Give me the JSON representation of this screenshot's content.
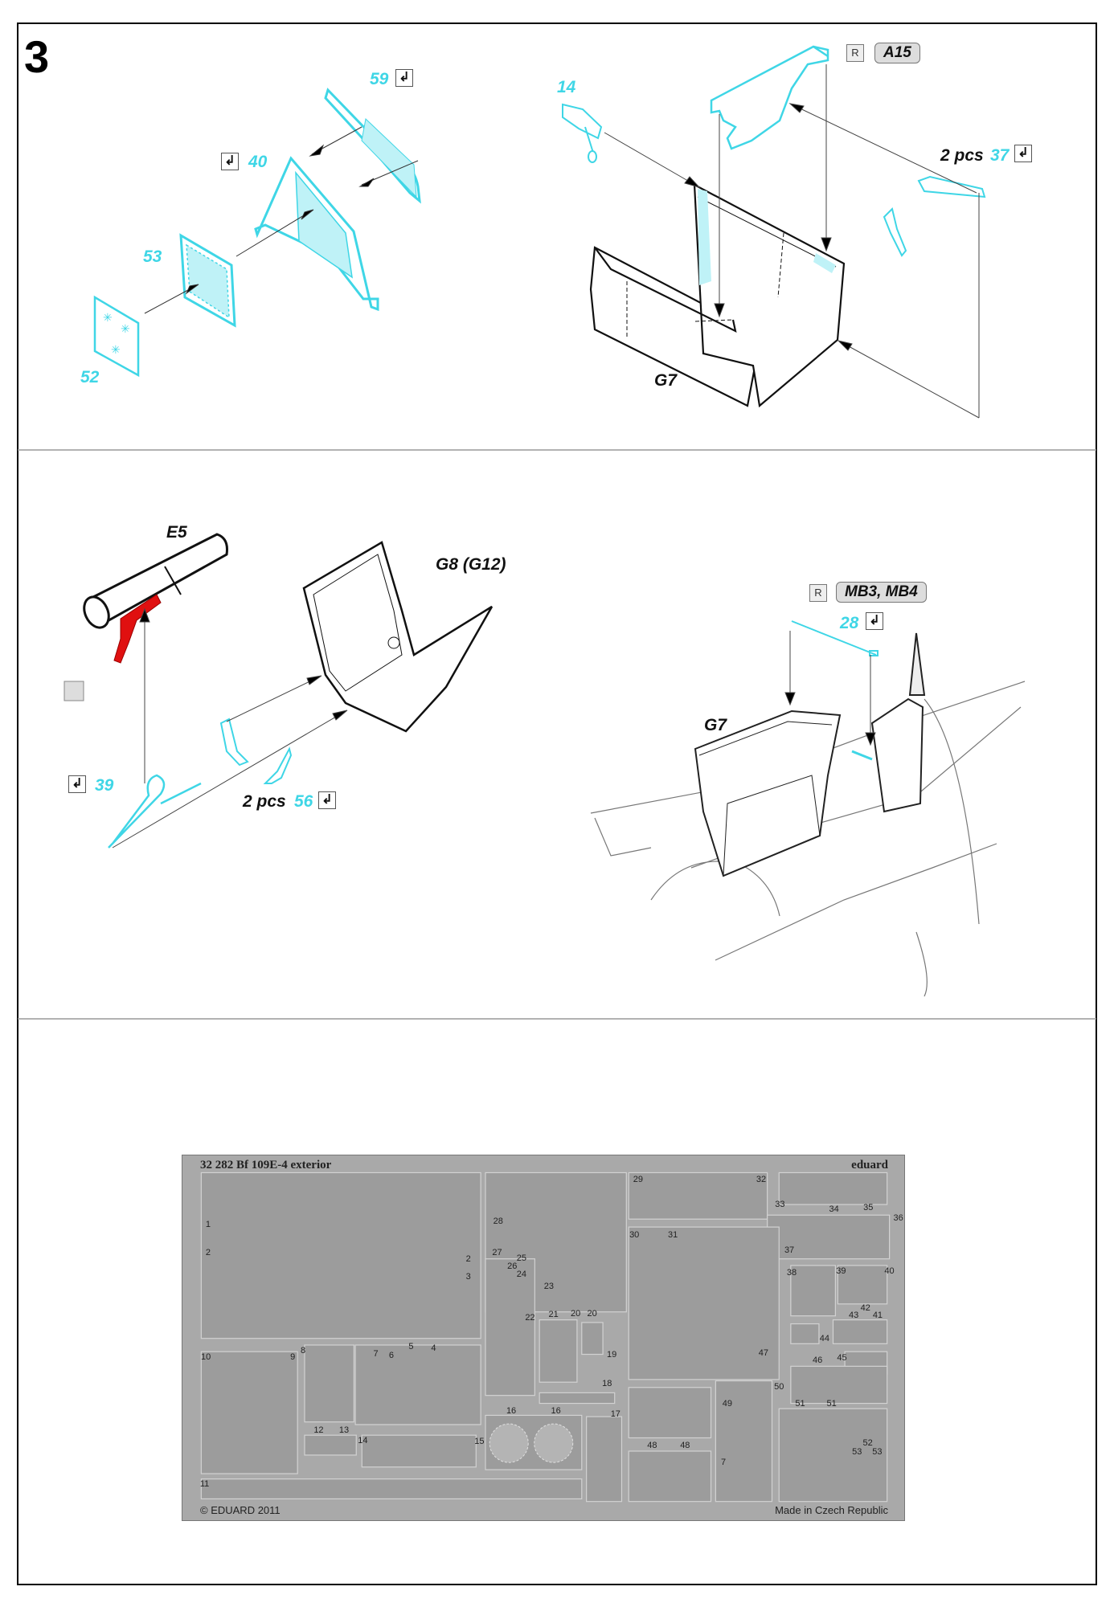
{
  "step_number": "3",
  "colors": {
    "photo_etch_part": "#3fd6e6",
    "plastic_part": "#111111",
    "highlight_part": "#e01010",
    "fret": "#a9a9a9",
    "badge_bg": "#dddddd"
  },
  "icons": {
    "bend_mark": "check-bend-icon",
    "removed_plastic": "registered-circle-icon"
  },
  "section1": {
    "part_59": "59",
    "part_40": "40",
    "part_53": "53",
    "part_52": "52",
    "part_14": "14",
    "badge_remove": "A15",
    "qty_37": "2 pcs",
    "part_37": "37",
    "plastic_g7": "G7",
    "reg_symbol": "R"
  },
  "section2": {
    "plastic_e5": "E5",
    "plastic_g8": "G8 (G12)",
    "part_39": "39",
    "qty_56": "2 pcs",
    "part_56": "56",
    "badge_remove": "MB3, MB4",
    "reg_symbol": "R",
    "part_28": "28",
    "plastic_g7": "G7"
  },
  "bend_symbol": "↲",
  "fret": {
    "title": "32 282  Bf 109E-4 exterior",
    "brand": "eduard",
    "copyright": "© EDUARD 2011",
    "origin": "Made in Czech Republic",
    "part_numbers": [
      "1",
      "2",
      "2",
      "3",
      "28",
      "27",
      "25",
      "26",
      "24",
      "23",
      "22",
      "21",
      "20",
      "20",
      "19",
      "18",
      "29",
      "32",
      "33",
      "34",
      "35",
      "36",
      "30",
      "31",
      "37",
      "38",
      "39",
      "40",
      "42",
      "43",
      "41",
      "44",
      "47",
      "45",
      "46",
      "50",
      "49",
      "51",
      "51",
      "52",
      "53",
      "53",
      "48",
      "48",
      "7",
      "17",
      "16",
      "16",
      "15",
      "14",
      "12",
      "13",
      "11",
      "10",
      "9",
      "8",
      "7",
      "6",
      "5",
      "4"
    ]
  }
}
